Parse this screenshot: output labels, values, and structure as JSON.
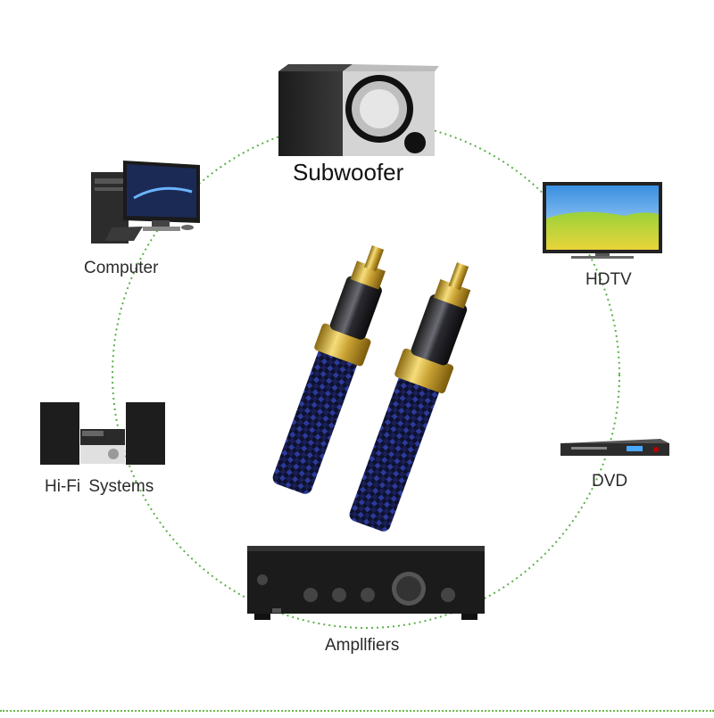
{
  "labels": {
    "subwoofer": "Subwoofer",
    "computer": "Computer",
    "hdtv": "HDTV",
    "hifi": "Hi-Fi  Systems",
    "dvd": "DVD",
    "amplifiers": "Ampllfiers"
  },
  "colors": {
    "ring": "#5cb04a",
    "cable_braid": "#1f2d7a",
    "gold": "#c9a233"
  },
  "icons": [
    "subwoofer-icon",
    "computer-icon",
    "hdtv-icon",
    "hifi-system-icon",
    "dvd-player-icon",
    "amplifier-icon",
    "rca-cable-icon"
  ]
}
